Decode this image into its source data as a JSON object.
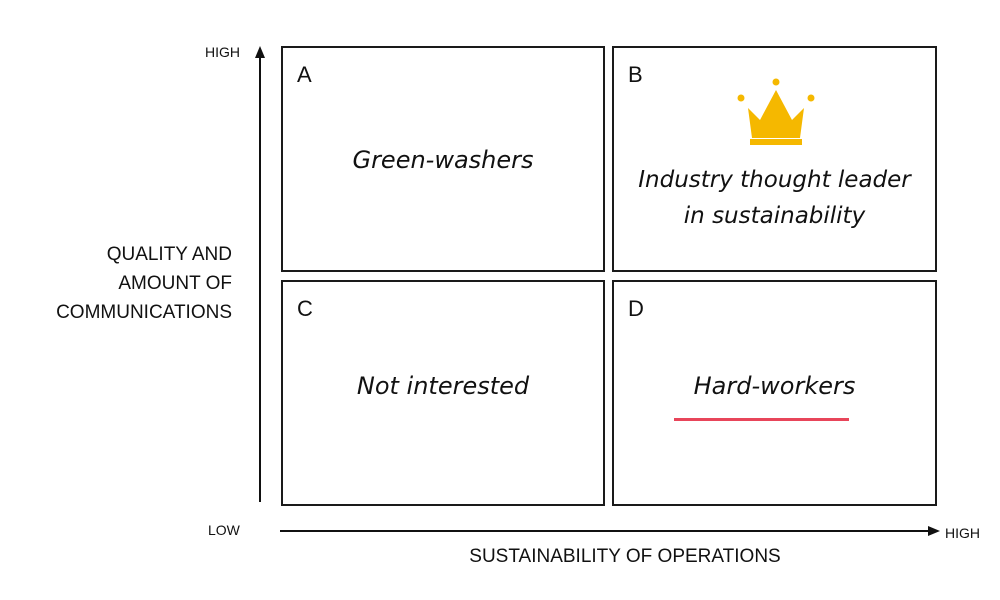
{
  "axes": {
    "y_high": "HIGH",
    "x_low": "LOW",
    "x_high": "HIGH",
    "y_title": "QUALITY AND\nAMOUNT OF\nCOMMUNICATIONS",
    "x_title": "SUSTAINABILITY OF OPERATIONS"
  },
  "quadrants": [
    {
      "letter": "A",
      "label": "Green-washers"
    },
    {
      "letter": "B",
      "label": "Industry thought leader\nin sustainability",
      "icon": "crown-icon"
    },
    {
      "letter": "C",
      "label": "Not interested"
    },
    {
      "letter": "D",
      "label": "Hard-workers"
    }
  ],
  "colors": {
    "crown": "#F5B800",
    "underline": "#E8455A",
    "lines": "#1A1A1A"
  }
}
